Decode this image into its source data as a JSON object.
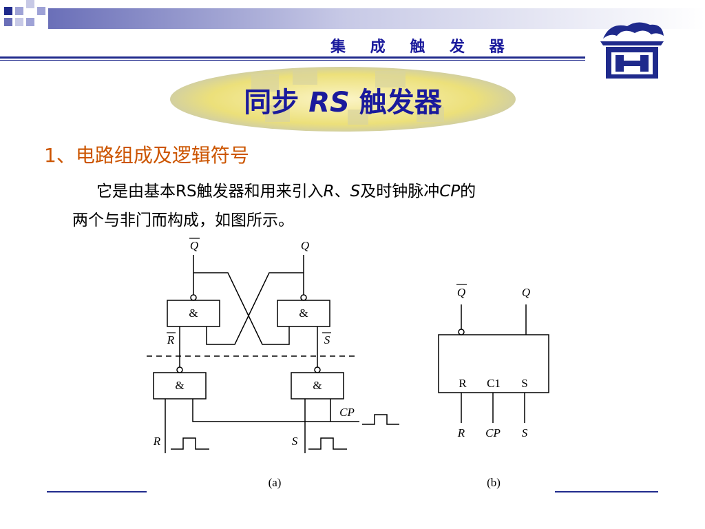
{
  "header": {
    "title": "集 成 触 发 器"
  },
  "slide": {
    "title_prefix": "同步 ",
    "title_rs": "RS",
    "title_suffix": " 触发器"
  },
  "section": {
    "number": "1",
    "heading": "、电路组成及逻辑符号"
  },
  "paragraph": {
    "part1": "它是由基本",
    "rs": "RS",
    "part2": "触发器和用来引入",
    "r": "R",
    "sep": "、",
    "s": "S",
    "part3": "及时钟脉冲",
    "cp": "CP",
    "part4": "的",
    "line2": "两个与非门而构成，如图所示。"
  },
  "figure_a": {
    "q_bar": "Q",
    "q": "Q",
    "gate1": "&",
    "gate2": "&",
    "gate3": "&",
    "gate4": "&",
    "r_bar": "R",
    "s_bar": "S",
    "cp": "CP",
    "r": "R",
    "s": "S",
    "caption": "(a)"
  },
  "figure_b": {
    "q_bar": "Q",
    "q": "Q",
    "pin_r": "R",
    "pin_c1": "C1",
    "pin_s": "S",
    "in_r": "R",
    "in_cp": "CP",
    "in_s": "S",
    "caption": "(b)"
  },
  "colors": {
    "accent_blue": "#1a1a9c",
    "heading_orange": "#cc5500",
    "line_blue": "#1f2a8c"
  }
}
